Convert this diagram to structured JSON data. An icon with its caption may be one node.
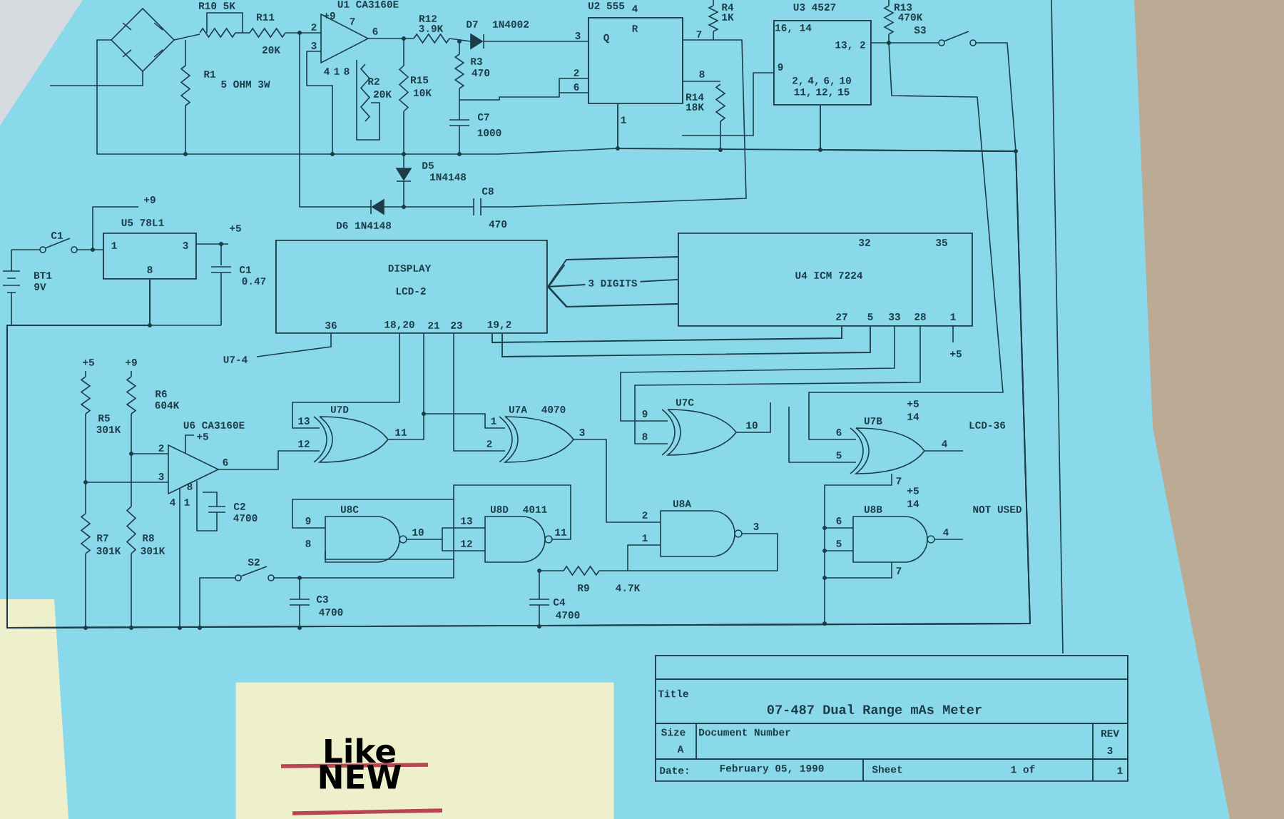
{
  "diagram": {
    "nodes": [
      {
        "text": [
          "U2 555",
          "Q",
          "R",
          "3",
          "2",
          "6",
          "1"
        ],
        "beside": [
          "4",
          "7",
          "8"
        ]
      },
      {
        "text": [
          "U3 4527",
          "16, 14",
          "13, 2",
          "9",
          "2, 4, 6, 10 11, 12, 15"
        ]
      },
      {
        "text": [
          "U5 78L1",
          "1",
          "3",
          "8"
        ]
      },
      {
        "text": [
          "DISPLAY",
          "LCD-2",
          "36",
          "18,20",
          "21",
          "23",
          "19,2"
        ]
      },
      {
        "text": [
          "U4 ICM 7224",
          "32",
          "35",
          "27",
          "5",
          "33",
          "28",
          "1"
        ]
      },
      {
        "text": [
          "Title",
          "07-487 Dual Range mAs Meter",
          "Size",
          "A",
          "Document Number",
          "REV",
          "3",
          "Date:",
          "February 05, 1990",
          "Sheet",
          "1 of",
          "1"
        ]
      },
      {
        "text": [
          "Like NEW"
        ]
      }
    ],
    "edges": [
      {
        "from": 4,
        "to": 3,
        "arrow": "to",
        "label": "3 DIGITS"
      },
      {
        "from": 3,
        "to": 4,
        "arrow": "none"
      },
      {
        "from": 3,
        "to": 4,
        "arrow": "none"
      },
      {
        "from": 0,
        "to": 2,
        "arrow": "none"
      },
      {
        "from": 1,
        "to": 2,
        "arrow": "none"
      },
      {
        "from": 4,
        "to": 3,
        "arrow": "none"
      },
      {
        "from": 4,
        "to": 3,
        "arrow": "none"
      }
    ],
    "labels": [
      "R10 5K",
      "R11",
      "20K",
      "R1",
      "5 OHM 3W",
      "U1 CA3160E",
      "+9",
      "7",
      "2",
      "3",
      "6",
      "4",
      "1",
      "8",
      "R2",
      "20K",
      "R12",
      "3.9K",
      "D7",
      "1N4002",
      "R3",
      "470",
      "R15",
      "10K",
      "C7",
      "1000",
      "D5",
      "1N4148",
      "C8",
      "D6 1N4148",
      "470",
      "+9",
      "C1",
      "BT1",
      "9V",
      "+5",
      "C1",
      "0.47",
      "U7-4",
      "+5",
      "+9",
      "R6",
      "604K",
      "R5",
      "301K",
      "U6 CA3160E",
      "+5",
      "2",
      "3",
      "6",
      "4",
      "1",
      "8",
      "C2",
      "4700",
      "R7",
      "301K",
      "R8",
      "301K",
      "U7D",
      "13",
      "12",
      "11",
      "U8C",
      "9",
      "8",
      "10",
      "S2",
      "C3",
      "4700",
      "U7A",
      "4070",
      "1",
      "2",
      "3",
      "U8D",
      "4011",
      "13",
      "12",
      "11",
      "C4",
      "4700",
      "R9",
      "4.7K",
      "U7C",
      "9",
      "8",
      "10",
      "U8A",
      "2",
      "1",
      "3",
      "+5",
      "14",
      "U7B",
      "6",
      "5",
      "4",
      "7",
      "LCD-36",
      "+5",
      "14",
      "U8B",
      "6",
      "5",
      "4",
      "7",
      "NOT USED",
      "+5",
      "R4",
      "1K",
      "R13",
      "470K",
      "S3",
      "R14",
      "18K"
    ]
  }
}
